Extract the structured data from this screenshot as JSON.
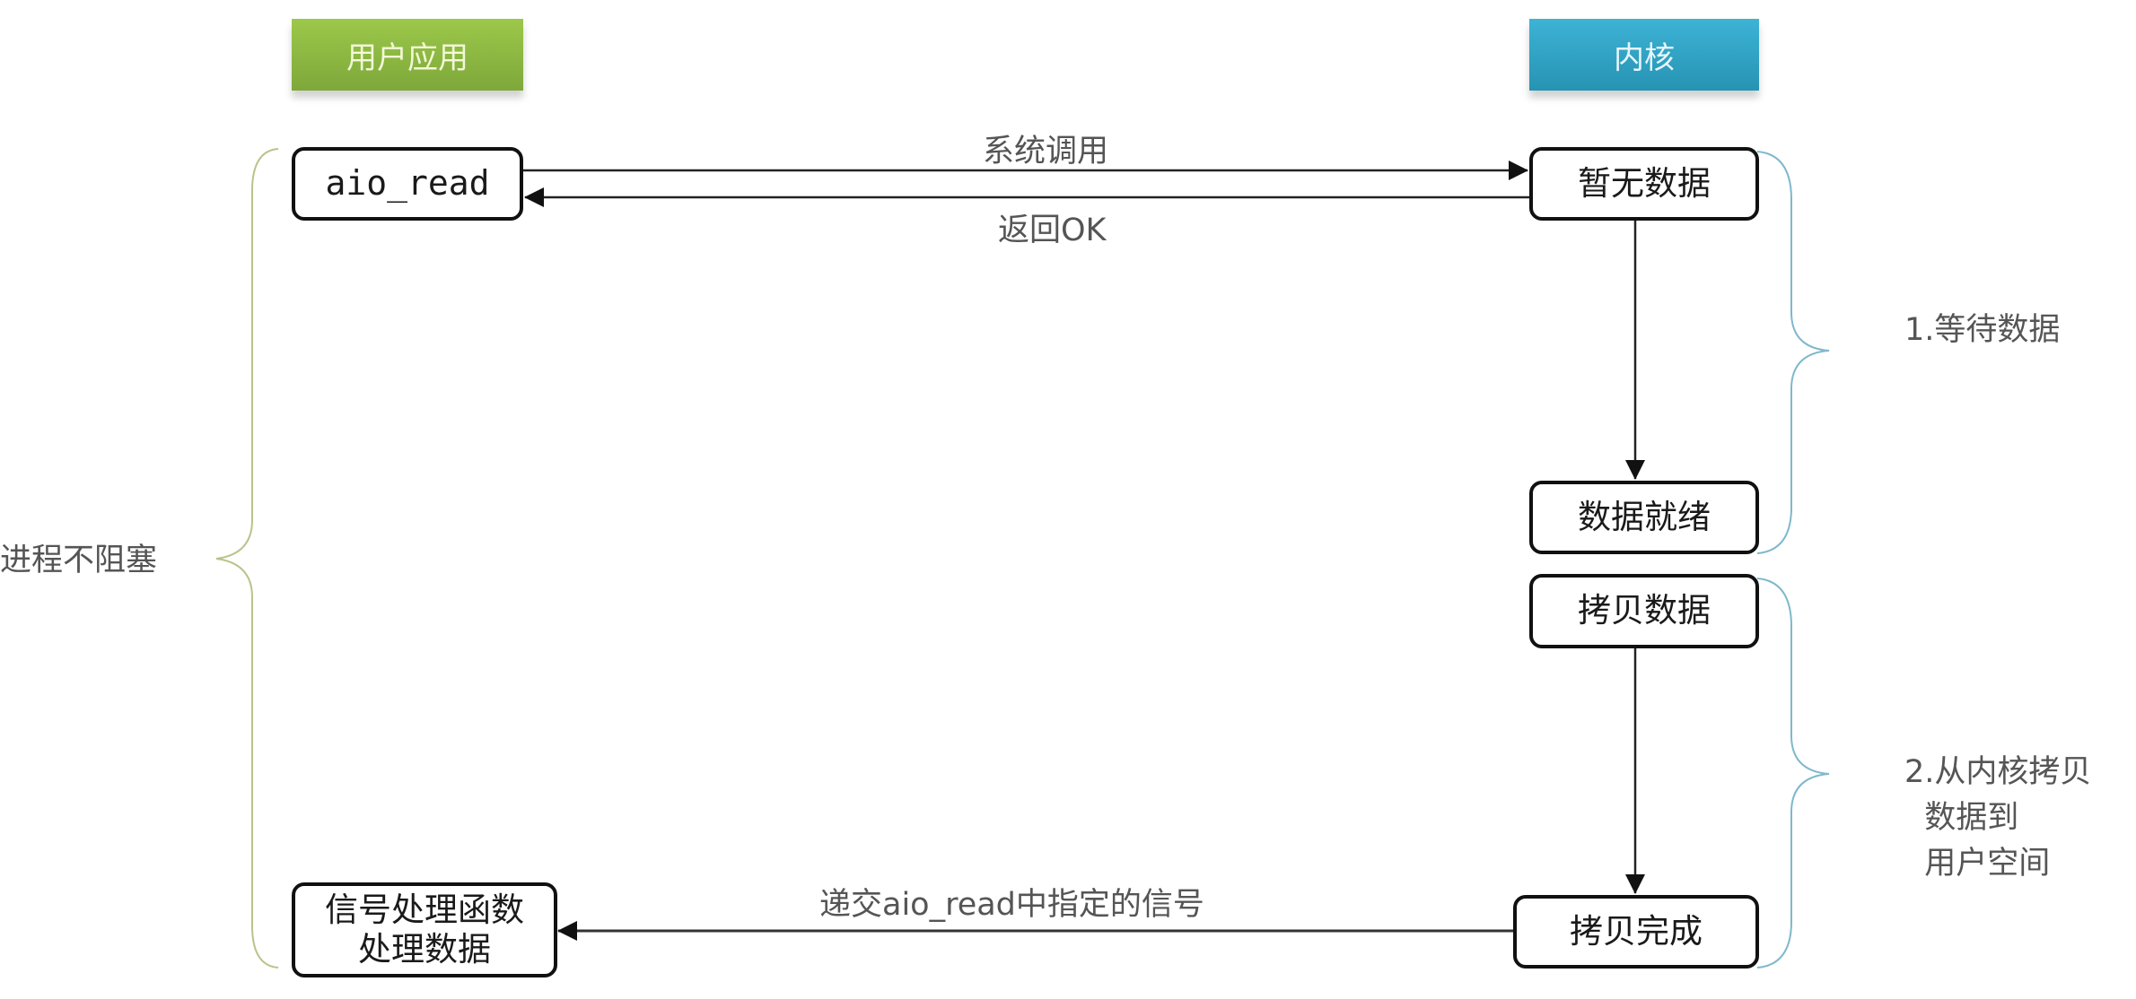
{
  "diagram": {
    "lanes": {
      "user": {
        "label": "用户应用",
        "color": "#8bb842"
      },
      "kernel": {
        "label": "内核",
        "color": "#31a6c9"
      }
    },
    "nodes": {
      "aio_read": "aio_read",
      "no_data": "暂无数据",
      "data_ready": "数据就绪",
      "copy_data": "拷贝数据",
      "copy_done": "拷贝完成",
      "handler_line1": "信号处理函数",
      "handler_line2": "处理数据"
    },
    "edges": {
      "syscall": "系统调用",
      "return_ok": "返回OK",
      "signal": "递交aio_read中指定的信号"
    },
    "annotations": {
      "left": "进程不阻塞",
      "phase1": "1.等待数据",
      "phase2": "2.从内核拷贝\n  数据到\n  用户空间"
    },
    "colors": {
      "left_brace": "#b8c48a",
      "right_brace": "#7fb8cc",
      "line": "#111111"
    }
  }
}
